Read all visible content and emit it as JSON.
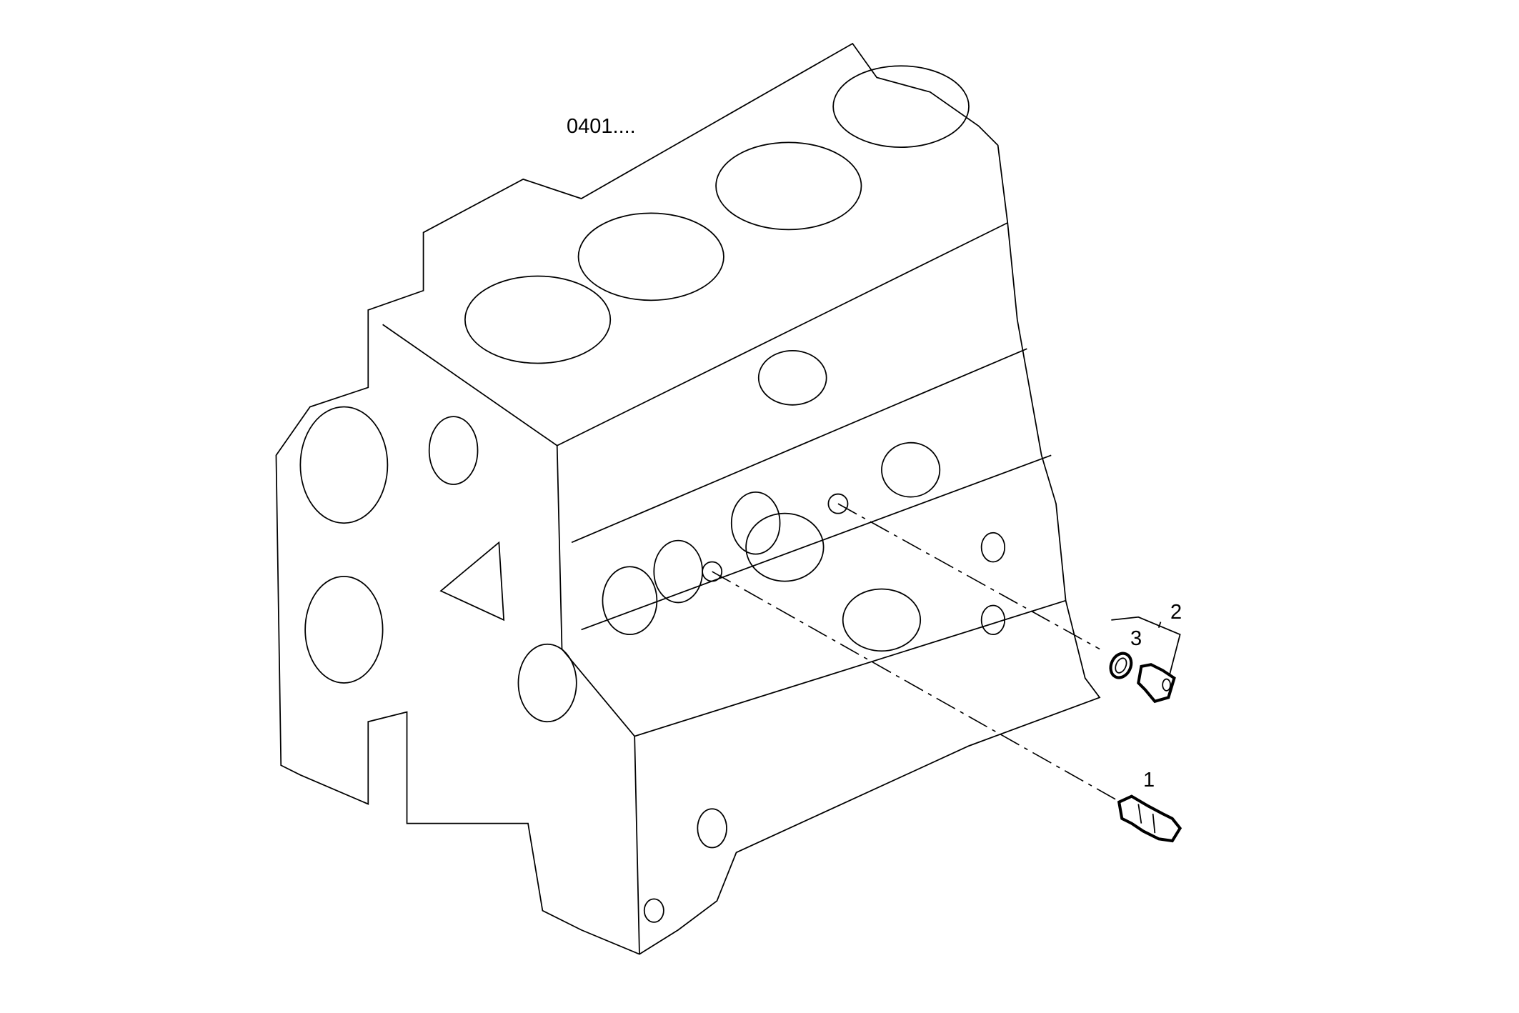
{
  "diagram": {
    "group_reference": "0401....",
    "callouts": [
      {
        "number": "1",
        "part": "pressure-sensor"
      },
      {
        "number": "2",
        "part": "plug"
      },
      {
        "number": "3",
        "part": "sealing-ring"
      }
    ]
  }
}
